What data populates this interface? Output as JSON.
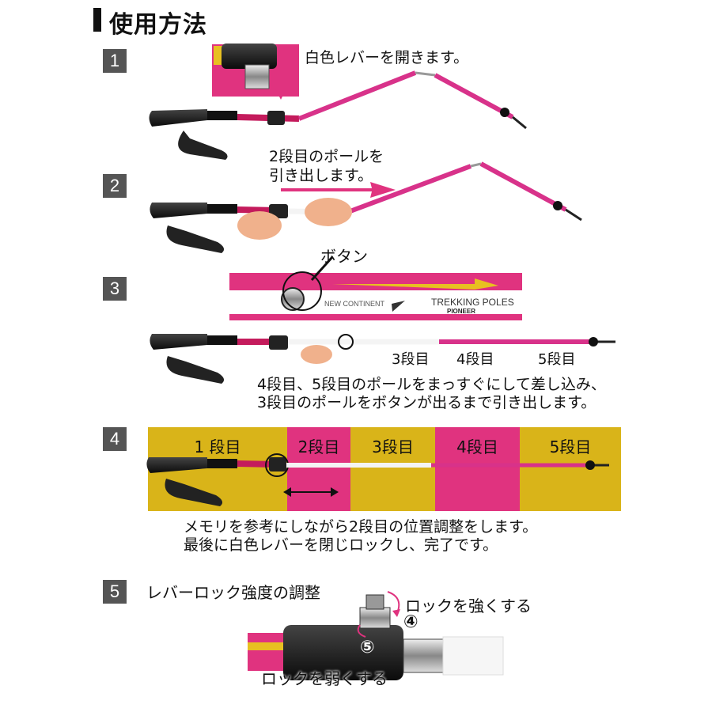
{
  "title": "使用方法",
  "steps": [
    {
      "num": "1",
      "text": "白色レバーを開きます。"
    },
    {
      "num": "2",
      "text_line1": "2段目のポールを",
      "text_line2": "引き出します。"
    },
    {
      "num": "3",
      "button_label": "ボタン",
      "banner_left": "NEW CONTINENT",
      "banner_right": "TREKKING POLES",
      "banner_brand": "PIONEER",
      "segments": [
        "3段目",
        "4段目",
        "5段目"
      ],
      "text_line1": "4段目、5段目のポールをまっすぐにして差し込み、",
      "text_line2": "3段目のポールをボタンが出るまで引き出します。"
    },
    {
      "num": "4",
      "segments": [
        "1 段目",
        "2段目",
        "3段目",
        "4段目",
        "5段目"
      ],
      "text_line1": "メモリを参考にしながら2段目の位置調整をします。",
      "text_line2": "最後に白色レバーを閉じロックし、完了です。"
    },
    {
      "num": "5",
      "text": "レバーロック強度の調整",
      "tighten": "ロックを強くする",
      "loosen": "ロックを弱くする",
      "tighten_mark": "④",
      "loosen_mark": "⑤"
    }
  ],
  "colors": {
    "accent_pink": "#e0337f",
    "accent_yellow": "#d9b419",
    "step_box": "#555555"
  }
}
